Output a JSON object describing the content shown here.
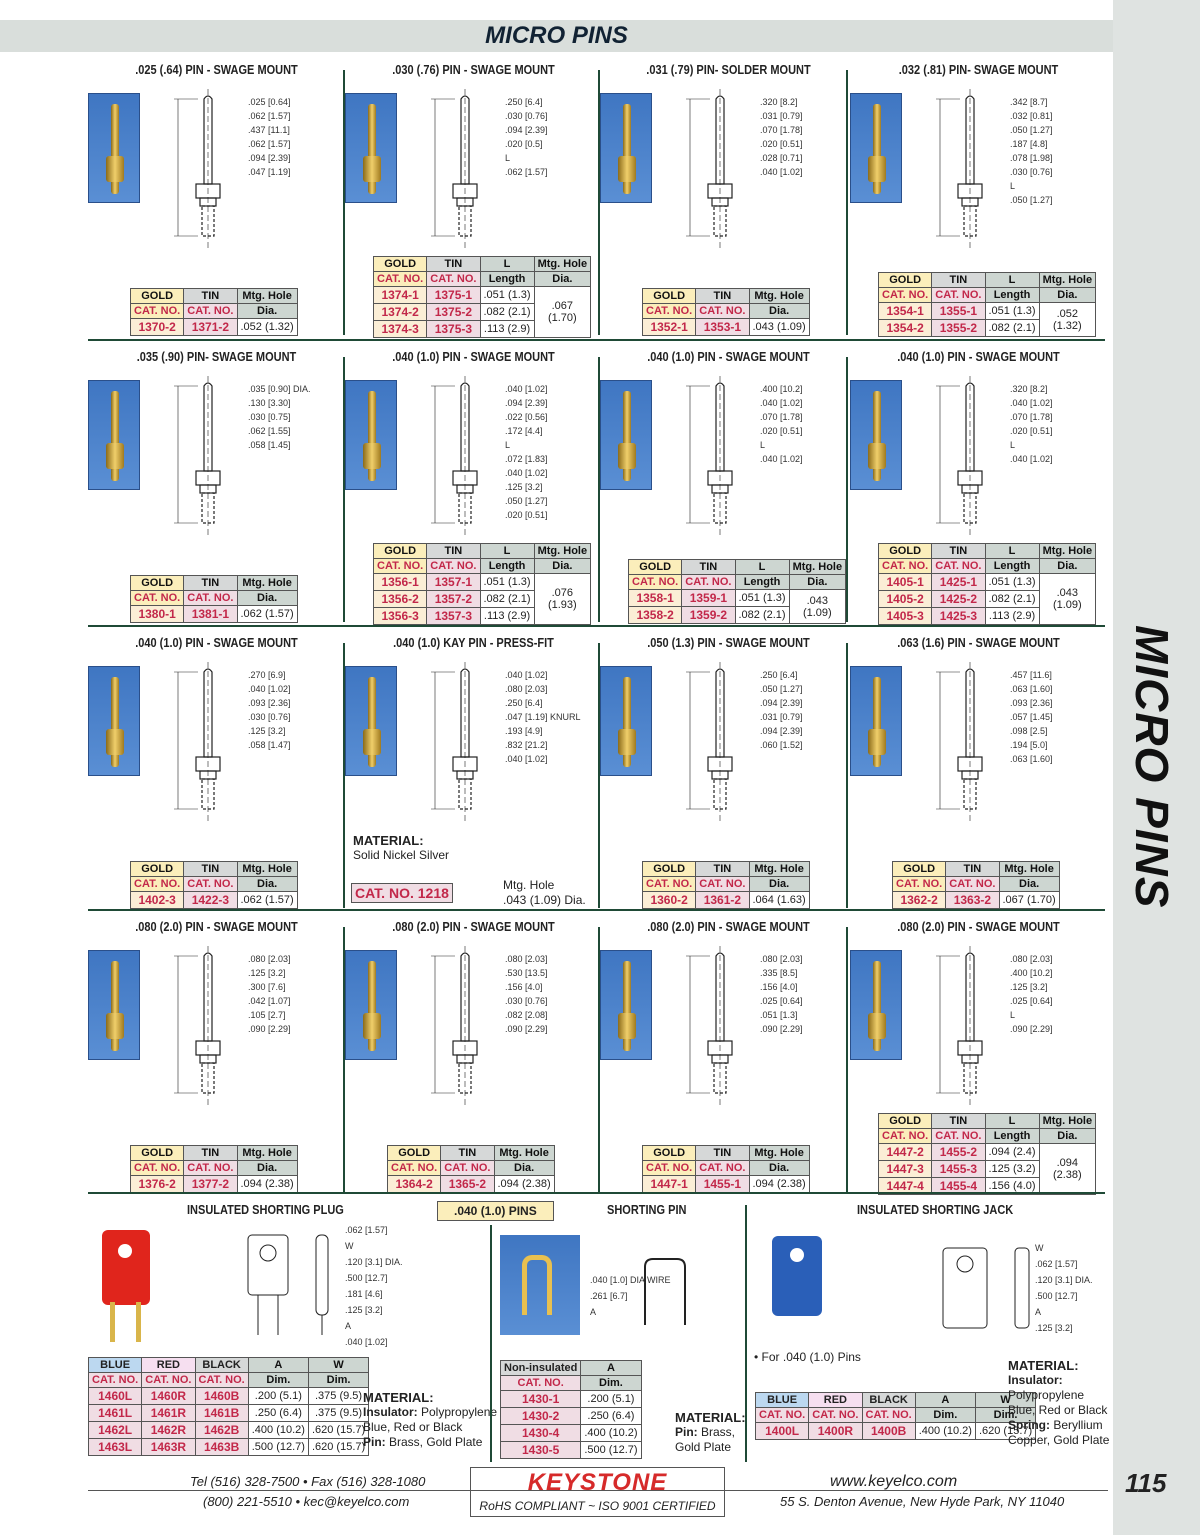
{
  "header": {
    "title": "MICRO PINS"
  },
  "side": {
    "title": "MICRO PINS",
    "page": "115"
  },
  "table_labels": {
    "gold": "GOLD",
    "tin": "TIN",
    "l": "L",
    "length": "Length",
    "cat": "CAT. NO.",
    "mtg": "Mtg. Hole",
    "dia": "Dia."
  },
  "cells": [
    {
      "title": ".025 (.64) PIN - SWAGE MOUNT",
      "dims": [
        ".025 [0.64]",
        ".062 [1.57]",
        ".437 [11.1]",
        ".062 [1.57]",
        ".094 [2.39]",
        ".047 [1.19]"
      ],
      "table": {
        "hasL": false,
        "rows": [
          [
            "1370-2",
            "1371-2"
          ]
        ],
        "mtg": ".052  (1.32)"
      }
    },
    {
      "title": ".030 (.76) PIN - SWAGE MOUNT",
      "dims": [
        ".250 [6.4]",
        ".030 [0.76]",
        ".094 [2.39]",
        ".020 [0.5]",
        "L",
        ".062 [1.57]"
      ],
      "table": {
        "hasL": true,
        "rows": [
          [
            "1374-1",
            "1375-1",
            ".051 (1.3)"
          ],
          [
            "1374-2",
            "1375-2",
            ".082 (2.1)"
          ],
          [
            "1374-3",
            "1375-3",
            ".113 (2.9)"
          ]
        ],
        "mtg": ".067 (1.70)"
      }
    },
    {
      "title": ".031 (.79) PIN- SOLDER MOUNT",
      "dims": [
        ".320 [8.2]",
        ".031 [0.79]",
        ".070 [1.78]",
        ".020 [0.51]",
        ".028 [0.71]",
        ".040 [1.02]"
      ],
      "table": {
        "hasL": false,
        "rows": [
          [
            "1352-1",
            "1353-1"
          ]
        ],
        "mtg": ".043  (1.09)"
      }
    },
    {
      "title": ".032 (.81) PIN- SWAGE MOUNT",
      "dims": [
        ".342 [8.7]",
        ".032 [0.81]",
        ".050 [1.27]",
        ".187 [4.8]",
        ".078 [1.98]",
        ".030 [0.76]",
        "L",
        ".050 [1.27]"
      ],
      "table": {
        "hasL": true,
        "rows": [
          [
            "1354-1",
            "1355-1",
            ".051 (1.3)"
          ],
          [
            "1354-2",
            "1355-2",
            ".082 (2.1)"
          ]
        ],
        "mtg": ".052 (1.32)"
      }
    },
    {
      "title": ".035 (.90) PIN- SWAGE MOUNT",
      "dims": [
        ".035 [0.90] DIA.",
        ".130 [3.30]",
        ".030 [0.75]",
        ".062 [1.55]",
        ".058 [1.45]"
      ],
      "table": {
        "hasL": false,
        "rows": [
          [
            "1380-1",
            "1381-1"
          ]
        ],
        "mtg": ".062  (1.57)"
      }
    },
    {
      "title": ".040 (1.0) PIN - SWAGE MOUNT",
      "dims": [
        ".040 [1.02]",
        ".094 [2.39]",
        ".022 [0.56]",
        ".172 [4.4]",
        "L",
        ".072 [1.83]",
        ".040 [1.02]",
        ".125 [3.2]",
        ".050 [1.27]",
        ".020 [0.51]"
      ],
      "table": {
        "hasL": true,
        "rows": [
          [
            "1356-1",
            "1357-1",
            ".051 (1.3)"
          ],
          [
            "1356-2",
            "1357-2",
            ".082 (2.1)"
          ],
          [
            "1356-3",
            "1357-3",
            ".113 (2.9)"
          ]
        ],
        "mtg": ".076 (1.93)"
      }
    },
    {
      "title": ".040 (1.0) PIN - SWAGE MOUNT",
      "dims": [
        ".400 [10.2]",
        ".040 [1.02]",
        ".070 [1.78]",
        ".020 [0.51]",
        "L",
        ".040 [1.02]"
      ],
      "table": {
        "hasL": true,
        "rows": [
          [
            "1358-1",
            "1359-1",
            ".051 (1.3)"
          ],
          [
            "1358-2",
            "1359-2",
            ".082 (2.1)"
          ]
        ],
        "mtg": ".043 (1.09)"
      }
    },
    {
      "title": ".040 (1.0) PIN - SWAGE MOUNT",
      "dims": [
        ".320 [8.2]",
        ".040 [1.02]",
        ".070 [1.78]",
        ".020 [0.51]",
        "L",
        ".040 [1.02]"
      ],
      "table": {
        "hasL": true,
        "rows": [
          [
            "1405-1",
            "1425-1",
            ".051 (1.3)"
          ],
          [
            "1405-2",
            "1425-2",
            ".082 (2.1)"
          ],
          [
            "1405-3",
            "1425-3",
            ".113 (2.9)"
          ]
        ],
        "mtg": ".043 (1.09)"
      }
    },
    {
      "title": ".040 (1.0) PIN - SWAGE MOUNT",
      "dims": [
        ".270 [6.9]",
        ".040 [1.02]",
        ".093 [2.36]",
        ".030 [0.76]",
        ".125 [3.2]",
        ".058 [1.47]"
      ],
      "table": {
        "hasL": false,
        "rows": [
          [
            "1402-3",
            "1422-3"
          ]
        ],
        "mtg": ".062 (1.57)"
      }
    },
    {
      "title": ".040 (1.0) KAY PIN - PRESS-FIT",
      "dims": [
        ".040 [1.02]",
        ".080 [2.03]",
        ".250 [6.4]",
        ".047 [1.19] KNURL",
        ".193 [4.9]",
        ".832 [21.2]",
        ".040 [1.02]"
      ],
      "kay": {
        "material_head": "MATERIAL:",
        "material": "Solid Nickel Silver",
        "cat": "CAT. NO. 1218",
        "mtg_label": "Mtg. Hole",
        "mtg": ".043 (1.09) Dia."
      }
    },
    {
      "title": ".050 (1.3) PIN - SWAGE MOUNT",
      "dims": [
        ".250 [6.4]",
        ".050 [1.27]",
        ".094 [2.39]",
        ".031 [0.79]",
        ".094 [2.39]",
        ".060 [1.52]"
      ],
      "table": {
        "hasL": false,
        "rows": [
          [
            "1360-2",
            "1361-2"
          ]
        ],
        "mtg": ".064  (1.63)"
      }
    },
    {
      "title": ".063 (1.6) PIN - SWAGE MOUNT",
      "dims": [
        ".457 [11.6]",
        ".063 [1.60]",
        ".093 [2.36]",
        ".057 [1.45]",
        ".098 [2.5]",
        ".194 [5.0]",
        ".063 [1.60]"
      ],
      "table": {
        "hasL": false,
        "rows": [
          [
            "1362-2",
            "1363-2"
          ]
        ],
        "mtg": ".067  (1.70)"
      }
    },
    {
      "title": ".080 (2.0) PIN - SWAGE MOUNT",
      "dims": [
        ".080 [2.03]",
        ".125 [3.2]",
        ".300 [7.6]",
        ".042 [1.07]",
        ".105 [2.7]",
        ".090 [2.29]"
      ],
      "table": {
        "hasL": false,
        "rows": [
          [
            "1376-2",
            "1377-2"
          ]
        ],
        "mtg": ".094  (2.38)"
      }
    },
    {
      "title": ".080 (2.0) PIN - SWAGE MOUNT",
      "dims": [
        ".080 [2.03]",
        ".530 [13.5]",
        ".156 [4.0]",
        ".030 [0.76]",
        ".082 [2.08]",
        ".090 [2.29]"
      ],
      "table": {
        "hasL": false,
        "rows": [
          [
            "1364-2",
            "1365-2"
          ]
        ],
        "mtg": ".094  (2.38)"
      }
    },
    {
      "title": ".080 (2.0) PIN - SWAGE MOUNT",
      "dims": [
        ".080 [2.03]",
        ".335 [8.5]",
        ".156 [4.0]",
        ".025 [0.64]",
        ".051 [1.3]",
        ".090 [2.29]"
      ],
      "table": {
        "hasL": false,
        "rows": [
          [
            "1447-1",
            "1455-1"
          ]
        ],
        "mtg": ".094  (2.38)"
      }
    },
    {
      "title": ".080 (2.0) PIN - SWAGE MOUNT",
      "dims": [
        ".080 [2.03]",
        ".400 [10.2]",
        ".125 [3.2]",
        ".025 [0.64]",
        "L",
        ".090 [2.29]"
      ],
      "table": {
        "hasL": true,
        "rows": [
          [
            "1447-2",
            "1455-2",
            ".094 (2.4)"
          ],
          [
            "1447-3",
            "1455-3",
            ".125 (3.2)"
          ],
          [
            "1447-4",
            "1455-4",
            ".156 (4.0)"
          ]
        ],
        "mtg": ".094 (2.38)"
      }
    }
  ],
  "plug": {
    "title": "INSULATED SHORTING PLUG",
    "dims": [
      ".062 [1.57]",
      "W",
      ".120 [3.1] DIA.",
      ".500 [12.7]",
      ".181 [4.6]",
      ".125 [3.2]",
      "A",
      ".040 [1.02]"
    ],
    "headers": [
      [
        "BLUE",
        "RED",
        "BLACK",
        "A",
        "W"
      ],
      [
        "CAT. NO.",
        "CAT. NO.",
        "CAT. NO.",
        "Dim.",
        "Dim."
      ]
    ],
    "rows": [
      [
        "1460L",
        "1460R",
        "1460B",
        ".200 (5.1)",
        ".375 (9.5)"
      ],
      [
        "1461L",
        "1461R",
        "1461B",
        ".250 (6.4)",
        ".375 (9.5)"
      ],
      [
        "1462L",
        "1462R",
        "1462B",
        ".400 (10.2)",
        ".620 (15.7)"
      ],
      [
        "1463L",
        "1463R",
        "1463B",
        ".500 (12.7)",
        ".620 (15.7)"
      ]
    ],
    "material": {
      "head": "MATERIAL:",
      "l1b": "Insulator:",
      "l1": " Polypropylene",
      "l2": "Blue, Red or Black",
      "l3b": "Pin:",
      "l3": " Brass, Gold Plate"
    }
  },
  "pins_label": ".040 (1.0) PINS",
  "shorting": {
    "title": "SHORTING PIN",
    "dims": [
      ".040 [1.0] DIA WIRE",
      ".261 [6.7]",
      "A"
    ],
    "headers": [
      [
        "Non-insulated",
        "A"
      ],
      [
        "CAT. NO.",
        "Dim."
      ]
    ],
    "rows": [
      [
        "1430-1",
        ".200 (5.1)"
      ],
      [
        "1430-2",
        ".250 (6.4)"
      ],
      [
        "1430-4",
        ".400 (10.2)"
      ],
      [
        "1430-5",
        ".500 (12.7)"
      ]
    ],
    "material": {
      "head": "MATERIAL:",
      "l1b": "Pin:",
      "l1": " Brass,",
      "l2": "Gold Plate"
    }
  },
  "jack": {
    "title": "INSULATED SHORTING JACK",
    "dims": [
      "W",
      ".062 [1.57]",
      ".120 [3.1] DIA.",
      ".500 [12.7]",
      "A",
      ".125 [3.2]"
    ],
    "note": "• For .040 (1.0) Pins",
    "headers": [
      [
        "BLUE",
        "RED",
        "BLACK",
        "A",
        "W"
      ],
      [
        "CAT. NO.",
        "CAT. NO.",
        "CAT. NO.",
        "Dim.",
        "Dim."
      ]
    ],
    "rows": [
      [
        "1400L",
        "1400R",
        "1400B",
        ".400 (10.2)",
        ".620 (15.7)"
      ]
    ],
    "material": {
      "head": "MATERIAL:",
      "l1b": "Insulator:",
      "l2": "Polypropylene",
      "l3": "Blue, Red or Black",
      "l4b": "Spring:",
      "l4": " Beryllium",
      "l5": "Copper, Gold Plate"
    }
  },
  "footer": {
    "phone": "Tel (516) 328-7500  •  Fax (516) 328-1080",
    "phone2": "(800) 221-5510  •  kec@keyelco.com",
    "logo": "KEYSTONE",
    "rohs": "RoHS COMPLIANT  ~  ISO 9001 CERTIFIED",
    "web": "www.keyelco.com",
    "address": "55 S. Denton Avenue, New Hyde Park, NY 11040"
  }
}
